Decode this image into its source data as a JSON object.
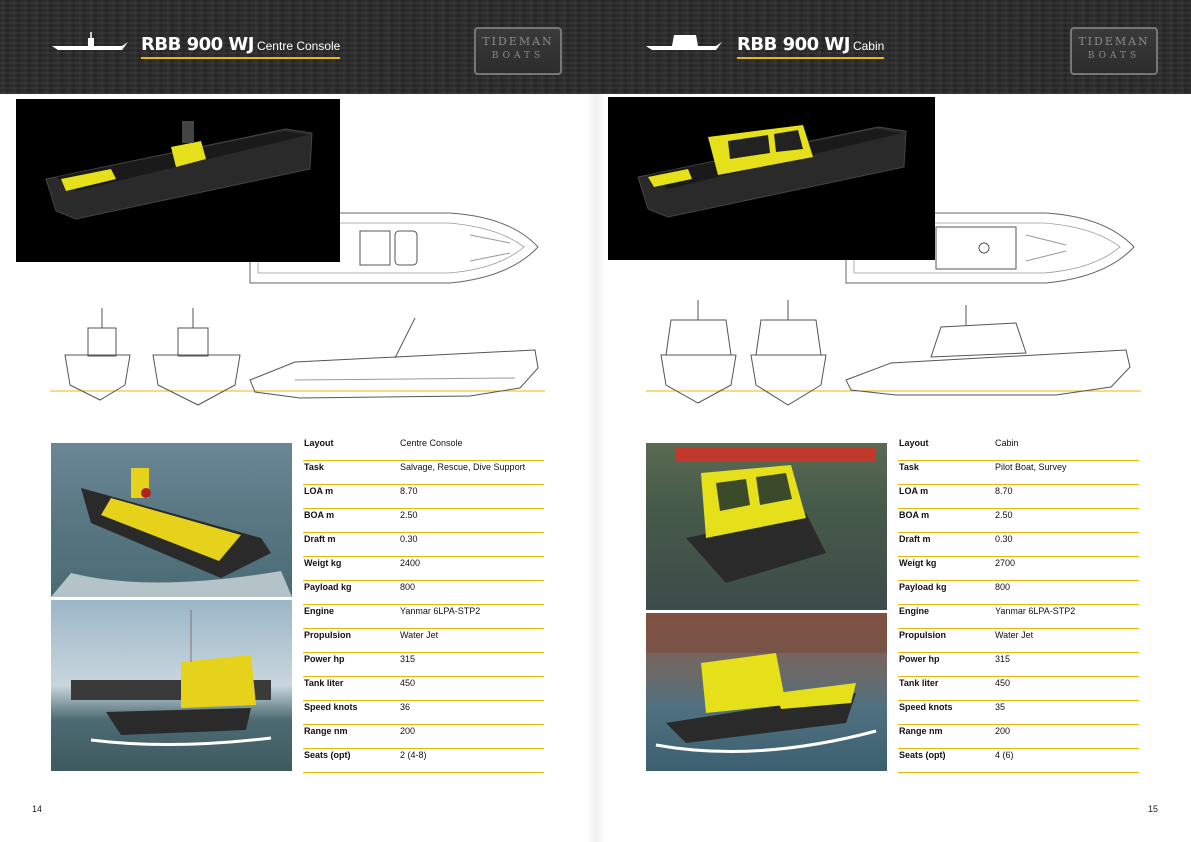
{
  "pages": [
    {
      "model": "RBB 900 WJ",
      "variant": "Centre Console",
      "logo_line1": "TIDEMAN",
      "logo_line2": "BOATS",
      "page_number": "14",
      "specs": [
        {
          "label": "Layout",
          "value": "Centre Console"
        },
        {
          "label": "Task",
          "value": "Salvage, Rescue, Dive Support"
        },
        {
          "label": "LOA m",
          "value": "8.70"
        },
        {
          "label": "BOA m",
          "value": "2.50"
        },
        {
          "label": "Draft m",
          "value": "0.30"
        },
        {
          "label": "Weigt kg",
          "value": "2400"
        },
        {
          "label": "Payload kg",
          "value": "800"
        },
        {
          "label": "Engine",
          "value": "Yanmar 6LPA-STP2"
        },
        {
          "label": "Propulsion",
          "value": "Water Jet"
        },
        {
          "label": "Power hp",
          "value": "315"
        },
        {
          "label": "Tank liter",
          "value": "450"
        },
        {
          "label": "Speed knots",
          "value": "36"
        },
        {
          "label": "Range nm",
          "value": "200"
        },
        {
          "label": "Seats (opt)",
          "value": "2 (4-8)"
        }
      ]
    },
    {
      "model": "RBB 900 WJ",
      "variant": "Cabin",
      "logo_line1": "TIDEMAN",
      "logo_line2": "BOATS",
      "page_number": "15",
      "specs": [
        {
          "label": "Layout",
          "value": "Cabin"
        },
        {
          "label": "Task",
          "value": "Pilot Boat, Survey"
        },
        {
          "label": "LOA m",
          "value": "8.70"
        },
        {
          "label": "BOA m",
          "value": "2.50"
        },
        {
          "label": "Draft m",
          "value": "0.30"
        },
        {
          "label": "Weigt kg",
          "value": "2700"
        },
        {
          "label": "Payload kg",
          "value": "800"
        },
        {
          "label": "Engine",
          "value": "Yanmar 6LPA-STP2"
        },
        {
          "label": "Propulsion",
          "value": "Water Jet"
        },
        {
          "label": "Power hp",
          "value": "315"
        },
        {
          "label": "Tank liter",
          "value": "450"
        },
        {
          "label": "Speed knots",
          "value": "35"
        },
        {
          "label": "Range nm",
          "value": "200"
        },
        {
          "label": "Seats (opt)",
          "value": "4 (6)"
        }
      ]
    }
  ],
  "colors": {
    "accent": "#e8b90c",
    "hull": "#2b2b2b",
    "deck_yellow": "#e6e01a",
    "header_bg": "#2d2d2d"
  }
}
